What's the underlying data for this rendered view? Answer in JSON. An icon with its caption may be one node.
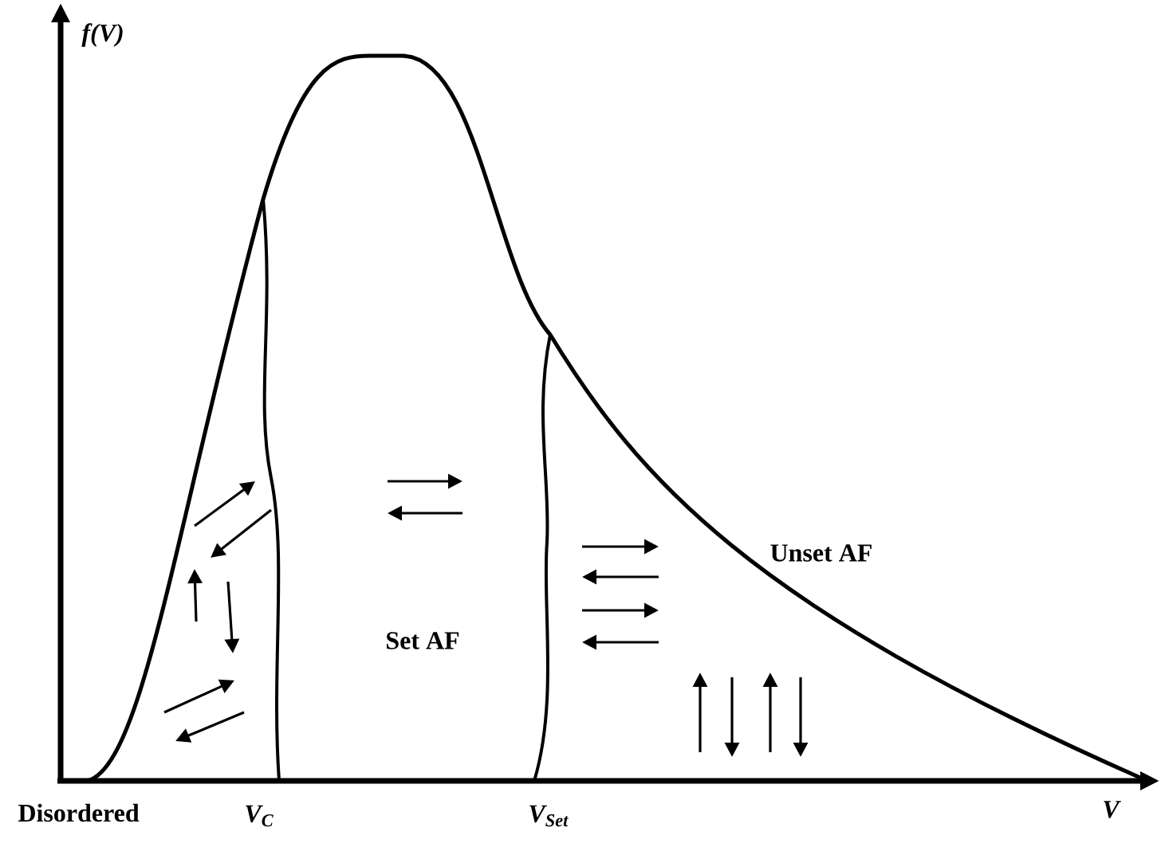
{
  "diagram": {
    "labels": [
      "f(V)",
      "Set AF",
      "Unset AF",
      "Disordered",
      "V$_{C}$",
      "V$_{Set}$",
      "V"
    ]
  }
}
